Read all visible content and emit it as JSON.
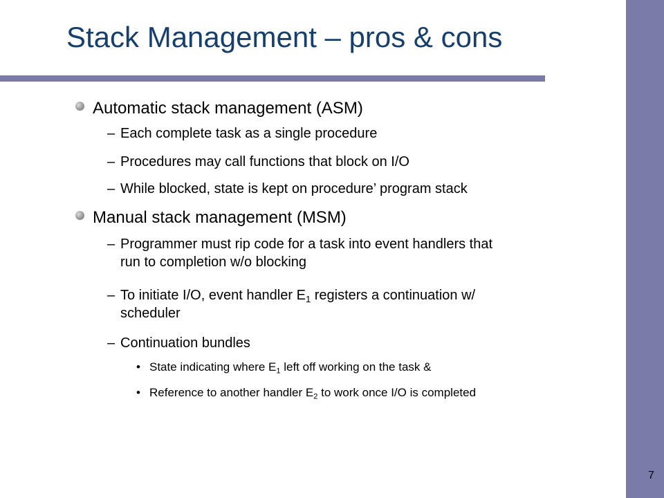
{
  "slide": {
    "title": "Stack Management – pros & cons",
    "page_number": "7",
    "bullets": [
      {
        "text": "Automatic stack management (ASM)",
        "subitems": [
          {
            "dash": "–",
            "text": "Each complete task as a single procedure"
          },
          {
            "dash": "–",
            "text": "Procedures may call functions that block on I/O"
          },
          {
            "dash": "–",
            "text": "While blocked, state is kept on procedure’ program stack"
          }
        ]
      },
      {
        "text": "Manual stack management (MSM)",
        "subitems": [
          {
            "dash": "–",
            "line1": "Programmer must rip code for a task into event handlers that",
            "line2": "run to completion w/o blocking"
          },
          {
            "dash": "–",
            "pre": "To initiate I/O, event handler E",
            "sub": "1",
            "post": " registers a continuation w/",
            "line2": "scheduler"
          },
          {
            "dash": "–",
            "text": "Continuation bundles",
            "subitems": [
              {
                "dot": "•",
                "pre": "State indicating where E",
                "sub": "1",
                "post": " left off working on the task &"
              },
              {
                "dot": "•",
                "pre": "Reference to another handler E",
                "sub": "2",
                "post": " to work once I/O is completed"
              }
            ]
          }
        ]
      }
    ]
  },
  "colors": {
    "title": "#163f6e",
    "accent_bar": "#7b7ba9",
    "text": "#000000"
  }
}
